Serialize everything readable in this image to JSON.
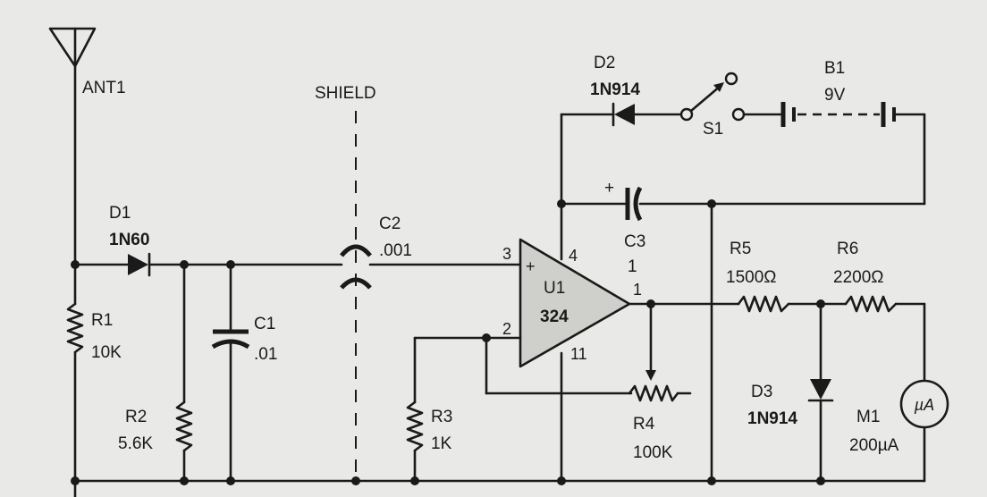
{
  "diagram": {
    "antenna": {
      "ref": "ANT1"
    },
    "shield": {
      "label": "SHIELD"
    },
    "d1": {
      "ref": "D1",
      "value": "1N60"
    },
    "d2": {
      "ref": "D2",
      "value": "1N914"
    },
    "d3": {
      "ref": "D3",
      "value": "1N914"
    },
    "r1": {
      "ref": "R1",
      "value": "10K"
    },
    "r2": {
      "ref": "R2",
      "value": "5.6K"
    },
    "r3": {
      "ref": "R3",
      "value": "1K"
    },
    "r4": {
      "ref": "R4",
      "value": "100K"
    },
    "r5": {
      "ref": "R5",
      "value": "1500Ω"
    },
    "r6": {
      "ref": "R6",
      "value": "2200Ω"
    },
    "c1": {
      "ref": "C1",
      "value": ".01"
    },
    "c2": {
      "ref": "C2",
      "value": ".001"
    },
    "c3": {
      "ref": "C3",
      "value": "1",
      "polarity": "+"
    },
    "u1": {
      "ref": "U1",
      "value": "324",
      "pin_plus": "+",
      "pin_3": "3",
      "pin_4": "4",
      "pin_2": "2",
      "pin_11": "11",
      "pin_1": "1"
    },
    "s1": {
      "ref": "S1"
    },
    "b1": {
      "ref": "B1",
      "value": "9V"
    },
    "m1": {
      "ref": "M1",
      "value": "200µA",
      "symbol": "µA"
    }
  }
}
